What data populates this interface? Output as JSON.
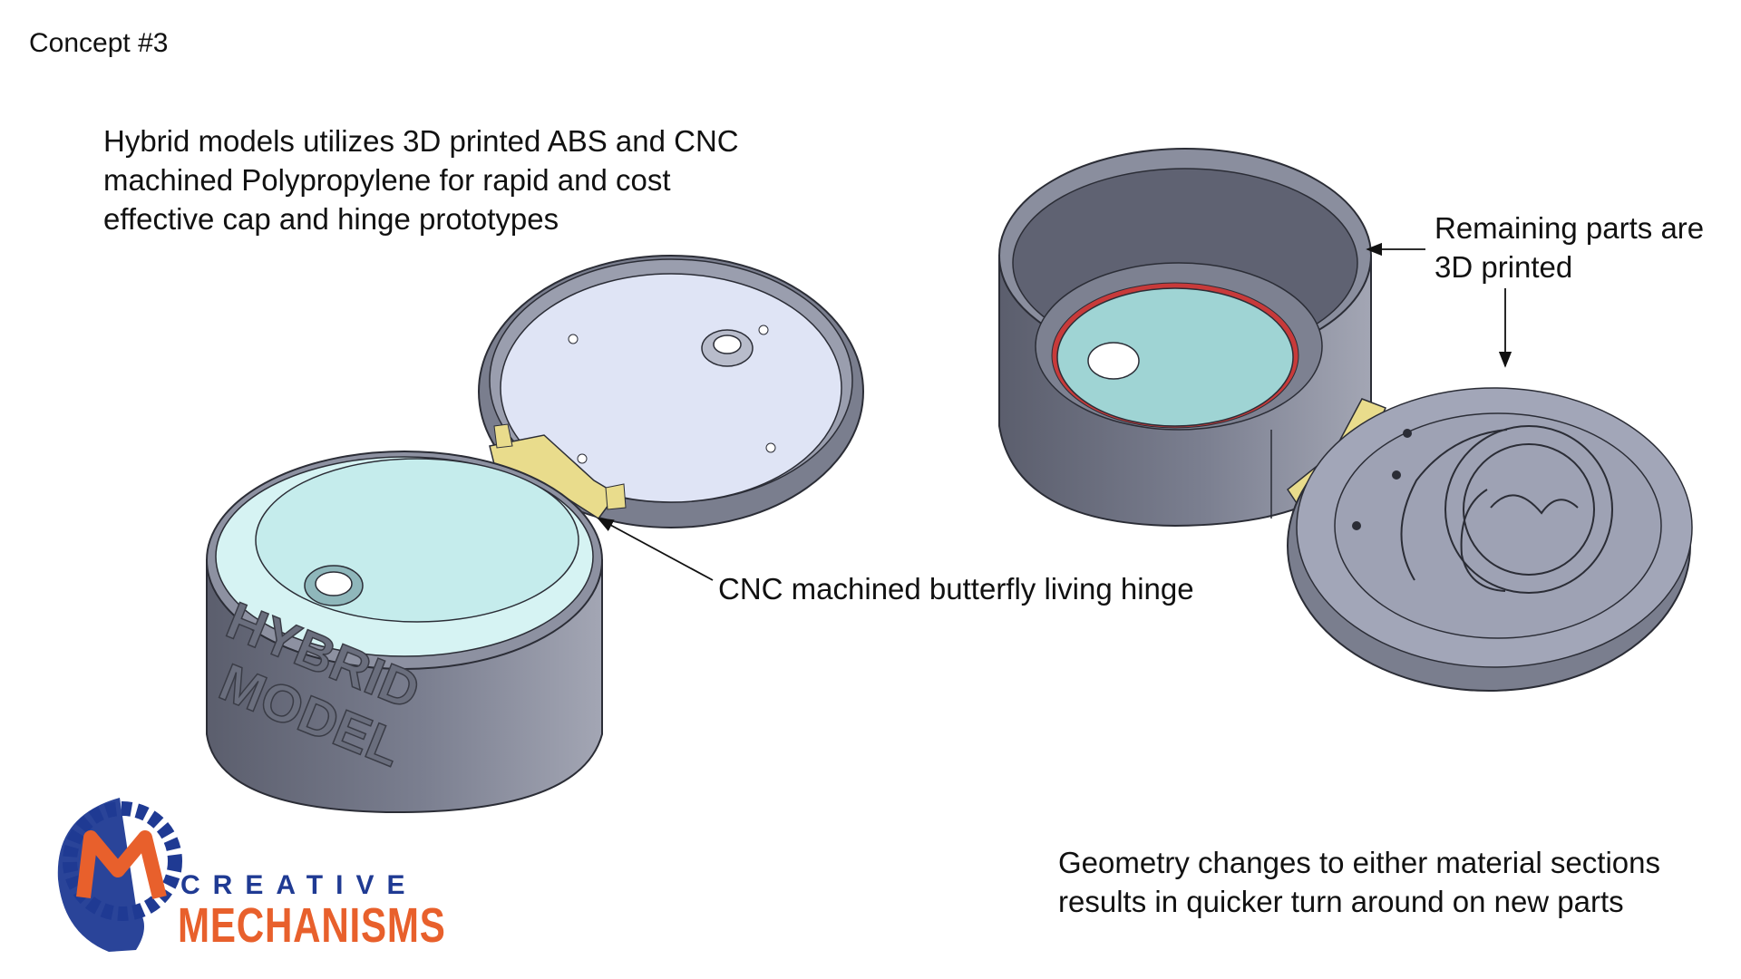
{
  "slide": {
    "title": "Concept #3",
    "intro": "Hybrid models utilizes 3D printed ABS and CNC\nmachined Polypropylene for rapid and cost\neffective cap and hinge prototypes",
    "hinge_callout": "CNC machined butterfly living hinge",
    "remaining_callout": "Remaining parts are\n3D printed",
    "geometry_note": "Geometry changes to either material sections\nresults in quicker turn around on new parts"
  },
  "model_left": {
    "embossed_line1": "HYBRID",
    "embossed_line2": "MODEL"
  },
  "logo": {
    "word1": "CREATIVE",
    "word2": "MECHANISMS",
    "colors": {
      "blue": "#1f3a93",
      "orange": "#e8602c"
    }
  },
  "colors": {
    "printed_gray": "#6e7180",
    "hinge_yellow": "#e9dc8c",
    "machined_cyan": "#c5ecec",
    "lid_inner": "#dfe4f5",
    "seal_red": "#c83a3a"
  }
}
